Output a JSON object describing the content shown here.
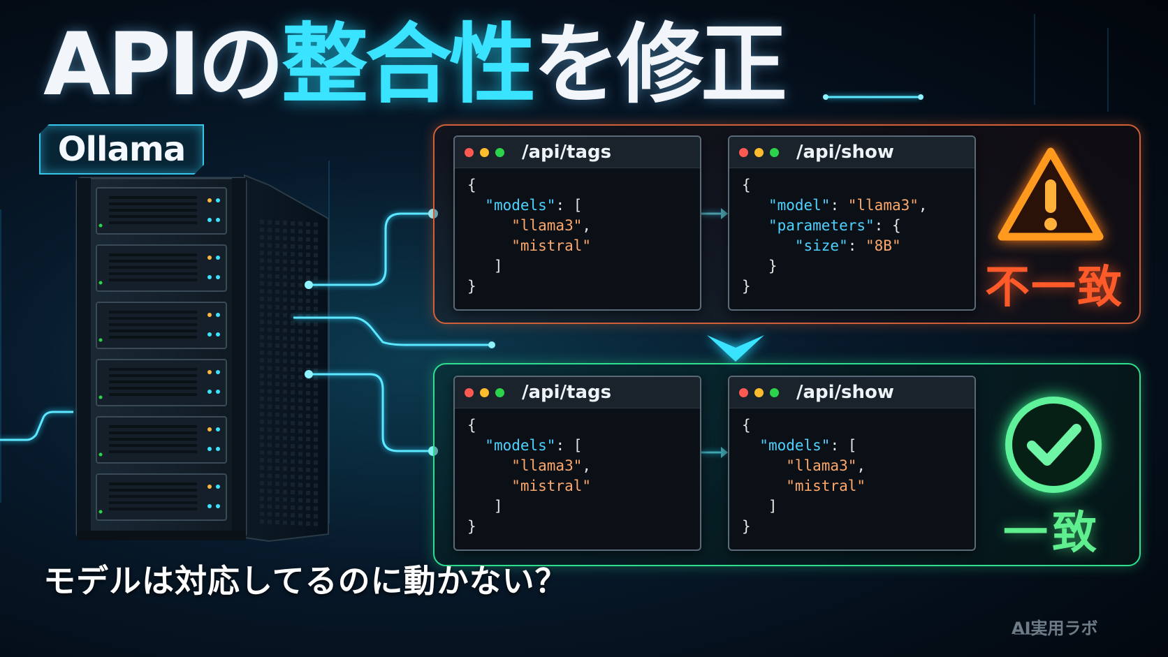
{
  "title": {
    "part1": "APIの",
    "part2": "整合性",
    "part3": "を修正"
  },
  "badge": "Ollama",
  "panels": {
    "mismatch": {
      "status_label": "不一致",
      "tags_window": {
        "path": "/api/tags",
        "code": [
          [
            [
              "p",
              "{"
            ]
          ],
          [
            [
              "p",
              "  "
            ],
            [
              "k",
              "\"models\""
            ],
            [
              "p",
              ": ["
            ]
          ],
          [
            [
              "p",
              "     "
            ],
            [
              "s",
              "\"llama3\""
            ],
            [
              "p",
              ","
            ]
          ],
          [
            [
              "p",
              "     "
            ],
            [
              "s",
              "\"mistral\""
            ]
          ],
          [
            [
              "p",
              "   ]"
            ]
          ],
          [
            [
              "p",
              "}"
            ]
          ]
        ]
      },
      "show_window": {
        "path": "/api/show",
        "code": [
          [
            [
              "p",
              "{"
            ]
          ],
          [
            [
              "p",
              "   "
            ],
            [
              "k",
              "\"model\""
            ],
            [
              "p",
              ": "
            ],
            [
              "s",
              "\"llama3\""
            ],
            [
              "p",
              ","
            ]
          ],
          [
            [
              "p",
              "   "
            ],
            [
              "k",
              "\"parameters\""
            ],
            [
              "p",
              ": {"
            ]
          ],
          [
            [
              "p",
              "      "
            ],
            [
              "k",
              "\"size\""
            ],
            [
              "p",
              ": "
            ],
            [
              "s",
              "\"8B\""
            ]
          ],
          [
            [
              "p",
              "   }"
            ]
          ],
          [
            [
              "p",
              "}"
            ]
          ]
        ]
      }
    },
    "match": {
      "status_label": "一致",
      "tags_window": {
        "path": "/api/tags",
        "code": [
          [
            [
              "p",
              "{"
            ]
          ],
          [
            [
              "p",
              "  "
            ],
            [
              "k",
              "\"models\""
            ],
            [
              "p",
              ": ["
            ]
          ],
          [
            [
              "p",
              "     "
            ],
            [
              "s",
              "\"llama3\""
            ],
            [
              "p",
              ","
            ]
          ],
          [
            [
              "p",
              "     "
            ],
            [
              "s",
              "\"mistral\""
            ]
          ],
          [
            [
              "p",
              "   ]"
            ]
          ],
          [
            [
              "p",
              "}"
            ]
          ]
        ]
      },
      "show_window": {
        "path": "/api/show",
        "code": [
          [
            [
              "p",
              "{"
            ]
          ],
          [
            [
              "p",
              "  "
            ],
            [
              "k",
              "\"models\""
            ],
            [
              "p",
              ": ["
            ]
          ],
          [
            [
              "p",
              "     "
            ],
            [
              "s",
              "\"llama3\""
            ],
            [
              "p",
              ","
            ]
          ],
          [
            [
              "p",
              "     "
            ],
            [
              "s",
              "\"mistral\""
            ]
          ],
          [
            [
              "p",
              "   ]"
            ]
          ],
          [
            [
              "p",
              "}"
            ]
          ]
        ]
      }
    }
  },
  "subtitle": "モデルは対応してるのに動かない？",
  "credit": "AI実用ラボ",
  "colors": {
    "cyan": "#3ae3ff",
    "mismatch": "#ff5a2a",
    "match": "#5fef8f",
    "key": "#4fd2ff",
    "string": "#ffa86b"
  },
  "icons": {
    "mismatch": "warning-triangle-icon",
    "match": "check-circle-icon",
    "arrow_down": "chevron-down-icon"
  }
}
